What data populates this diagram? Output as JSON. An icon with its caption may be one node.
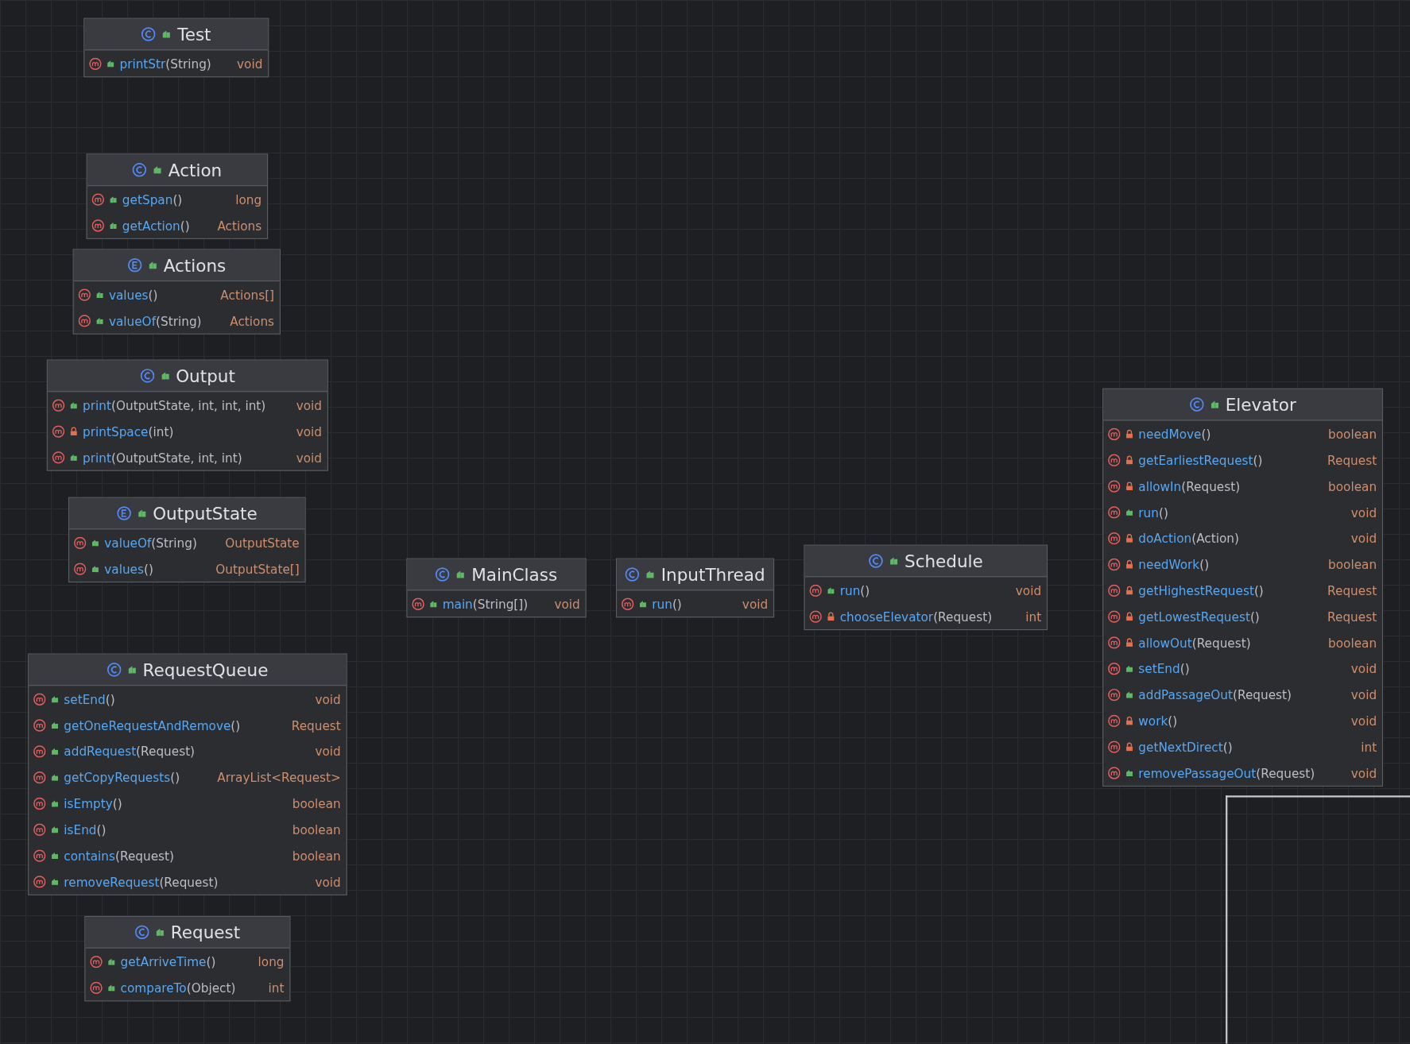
{
  "diagram": {
    "nodes": [
      {
        "text": [
          "Test",
          "printStr(String)",
          "void"
        ]
      },
      {
        "text": [
          "Action",
          "getSpan()",
          "long",
          "getAction()",
          "Actions"
        ]
      },
      {
        "text": [
          "Actions",
          "values()",
          "Actions[]",
          "valueOf(String)",
          "Actions"
        ]
      },
      {
        "text": [
          "Output",
          "print(OutputState, int, int, int)",
          "void",
          "printSpace(int)",
          "void",
          "print(OutputState, int, int)",
          "void"
        ]
      },
      {
        "text": [
          "OutputState",
          "valueOf(String)",
          "OutputState",
          "values()",
          "OutputState[]"
        ]
      },
      {
        "text": [
          "MainClass",
          "main(String[])",
          "void"
        ]
      },
      {
        "text": [
          "InputThread",
          "run()",
          "void"
        ]
      },
      {
        "text": [
          "Schedule",
          "run()",
          "void",
          "chooseElevator(Request)",
          "int"
        ]
      },
      {
        "text": [
          "Elevator",
          "needMove()",
          "boolean",
          "getEarliestRequest()",
          "Request",
          "allowIn(Request)",
          "boolean",
          "run()",
          "void",
          "doAction(Action)",
          "void",
          "needWork()",
          "boolean",
          "getHighestRequest()",
          "Request",
          "getLowestRequest()",
          "Request",
          "allowOut(Request)",
          "boolean",
          "setEnd()",
          "void",
          "addPassageOut(Request)",
          "void",
          "work()",
          "void",
          "getNextDirect()",
          "int",
          "removePassageOut(Request)",
          "void"
        ]
      },
      {
        "text": [
          "RequestQueue",
          "setEnd()",
          "void",
          "getOneRequestAndRemove()",
          "Request",
          "addRequest(Request)",
          "void",
          "getCopyRequests()",
          "ArrayList<Request>",
          "isEmpty()",
          "boolean",
          "isEnd()",
          "boolean",
          "contains(Request)",
          "boolean",
          "removeRequest(Request)",
          "void"
        ]
      },
      {
        "text": [
          "Request",
          "getArriveTime()",
          "long",
          "compareTo(Object)",
          "int"
        ]
      }
    ]
  }
}
